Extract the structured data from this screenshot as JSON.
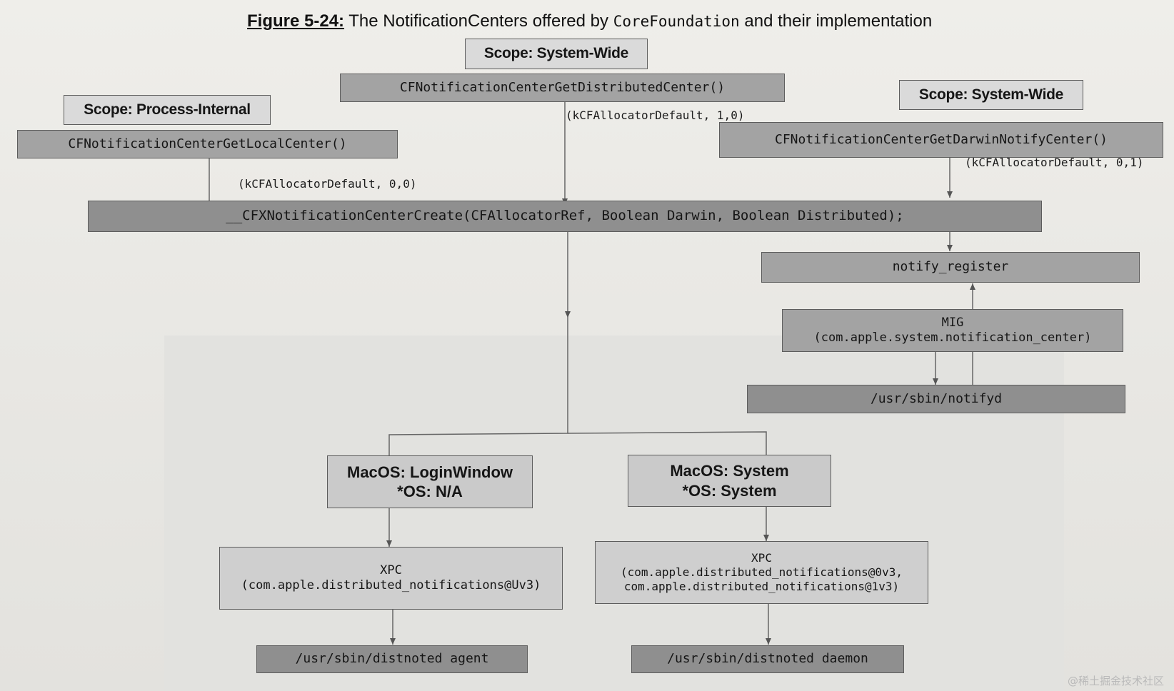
{
  "caption": {
    "label": "Figure 5-24:",
    "text_before": "The NotificationCenters offered by",
    "code_word": "CoreFoundation",
    "text_after": "and their implementation"
  },
  "scopes": {
    "system_wide_center": "Scope: System-Wide",
    "process_internal": "Scope: Process-Internal",
    "system_wide_right": "Scope: System-Wide"
  },
  "functions": {
    "distributed": "CFNotificationCenterGetDistributedCenter()",
    "local": "CFNotificationCenterGetLocalCenter()",
    "darwin": "CFNotificationCenterGetDarwinNotifyCenter()",
    "create": "__CFXNotificationCenterCreate(CFAllocatorRef, Boolean Darwin, Boolean Distributed);"
  },
  "args": {
    "distributed": "(kCFAllocatorDefault, 1,0)",
    "local": "(kCFAllocatorDefault, 0,0)",
    "darwin": "(kCFAllocatorDefault, 0,1)"
  },
  "darwin_chain": {
    "notify_register": "notify_register",
    "mig_title": "MIG",
    "mig_service": "(com.apple.system.notification_center)",
    "notifyd": "/usr/sbin/notifyd"
  },
  "platforms": {
    "loginwindow_line1": "MacOS: LoginWindow",
    "loginwindow_line2": "*OS: N/A",
    "system_line1": "MacOS: System",
    "system_line2": "*OS: System"
  },
  "xpc": {
    "left_title": "XPC",
    "left_service": "(com.apple.distributed_notifications@Uv3)",
    "right_title": "XPC",
    "right_service_1": "(com.apple.distributed_notifications@0v3,",
    "right_service_2": "com.apple.distributed_notifications@1v3)"
  },
  "daemons": {
    "agent": "/usr/sbin/distnoted agent",
    "daemon": "/usr/sbin/distnoted daemon"
  },
  "watermark": "@稀土掘金技术社区"
}
